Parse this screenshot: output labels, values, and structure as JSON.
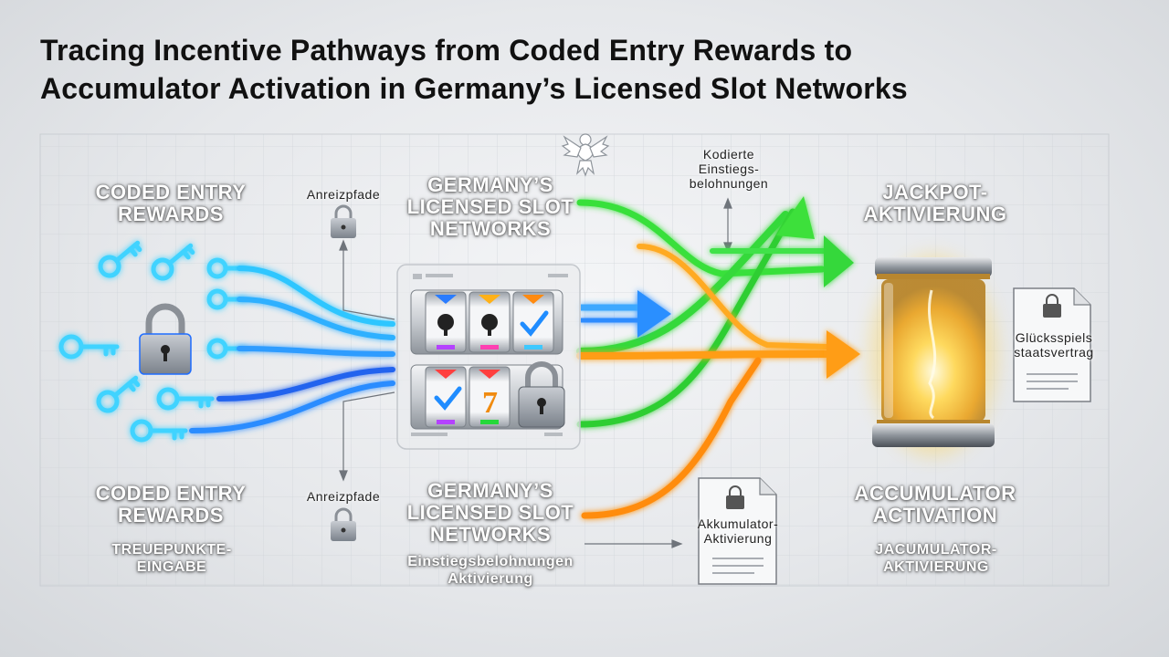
{
  "title": {
    "line1": "Tracing Incentive Pathways from Coded Entry Rewards to",
    "line2": "Accumulator Activation in Germany’s Licensed Slot Networks"
  },
  "left": {
    "top_heading_1": "CODED ENTRY",
    "top_heading_2": "REWARDS",
    "bottom_heading_1": "CODED ENTRY",
    "bottom_heading_2": "REWARDS",
    "bottom_sub_1": "TREUEPUNKTE-",
    "bottom_sub_2": "EINGABE"
  },
  "path_labels": {
    "top": "Anreizpfade",
    "bottom": "Anreizpfade"
  },
  "center": {
    "top_heading_1": "GERMANY’S",
    "top_heading_2": "LICENSED SLOT",
    "top_heading_3": "NETWORKS",
    "bottom_heading_1": "GERMANY’S",
    "bottom_heading_2": "LICENSED SLOT",
    "bottom_heading_3": "NETWORKS",
    "bottom_sub_1": "Einstiegsbelohnungen",
    "bottom_sub_2": "Aktivierung"
  },
  "annotations": {
    "kodierte_1": "Kodierte",
    "kodierte_2": "Einstiegs-",
    "kodierte_3": "belohnungen"
  },
  "docs": {
    "accumulator_1": "Akkumulator-",
    "accumulator_2": "Aktivierung",
    "treaty_1": "Glücksspiels",
    "treaty_2": "staatsvertrag"
  },
  "right": {
    "top_heading_1": "JACKPOT-",
    "top_heading_2": "AKTIVIERUNG",
    "bottom_heading_1": "ACCUMULATOR",
    "bottom_heading_2": "ACTIVATION",
    "bottom_sub_1": "JACUMULATOR-",
    "bottom_sub_2": "AKTIVIERUNG"
  },
  "colors": {
    "blue": "#27b4ff",
    "deep_blue": "#1f58e8",
    "green": "#2fd62a",
    "orange": "#ff9a12",
    "gold": "#ffcc33"
  },
  "icons": [
    "key-icon",
    "padlock-icon",
    "slot-reel-icon",
    "checkmark-icon",
    "seven-icon",
    "arrow-icon",
    "document-icon",
    "eagle-icon",
    "jackpot-cylinder-icon"
  ]
}
